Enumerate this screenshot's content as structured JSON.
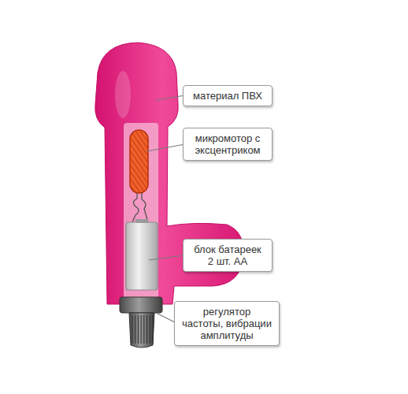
{
  "diagram": {
    "nodes": [
      {
        "text": [
          "материал ПВХ"
        ]
      },
      {
        "text": [
          "микромотор с эксцентриком"
        ]
      },
      {
        "text": [
          "блок батареек 2 шт. АА"
        ]
      },
      {
        "text": [
          "регулятор частоты, вибрации амплитуды"
        ]
      }
    ]
  }
}
